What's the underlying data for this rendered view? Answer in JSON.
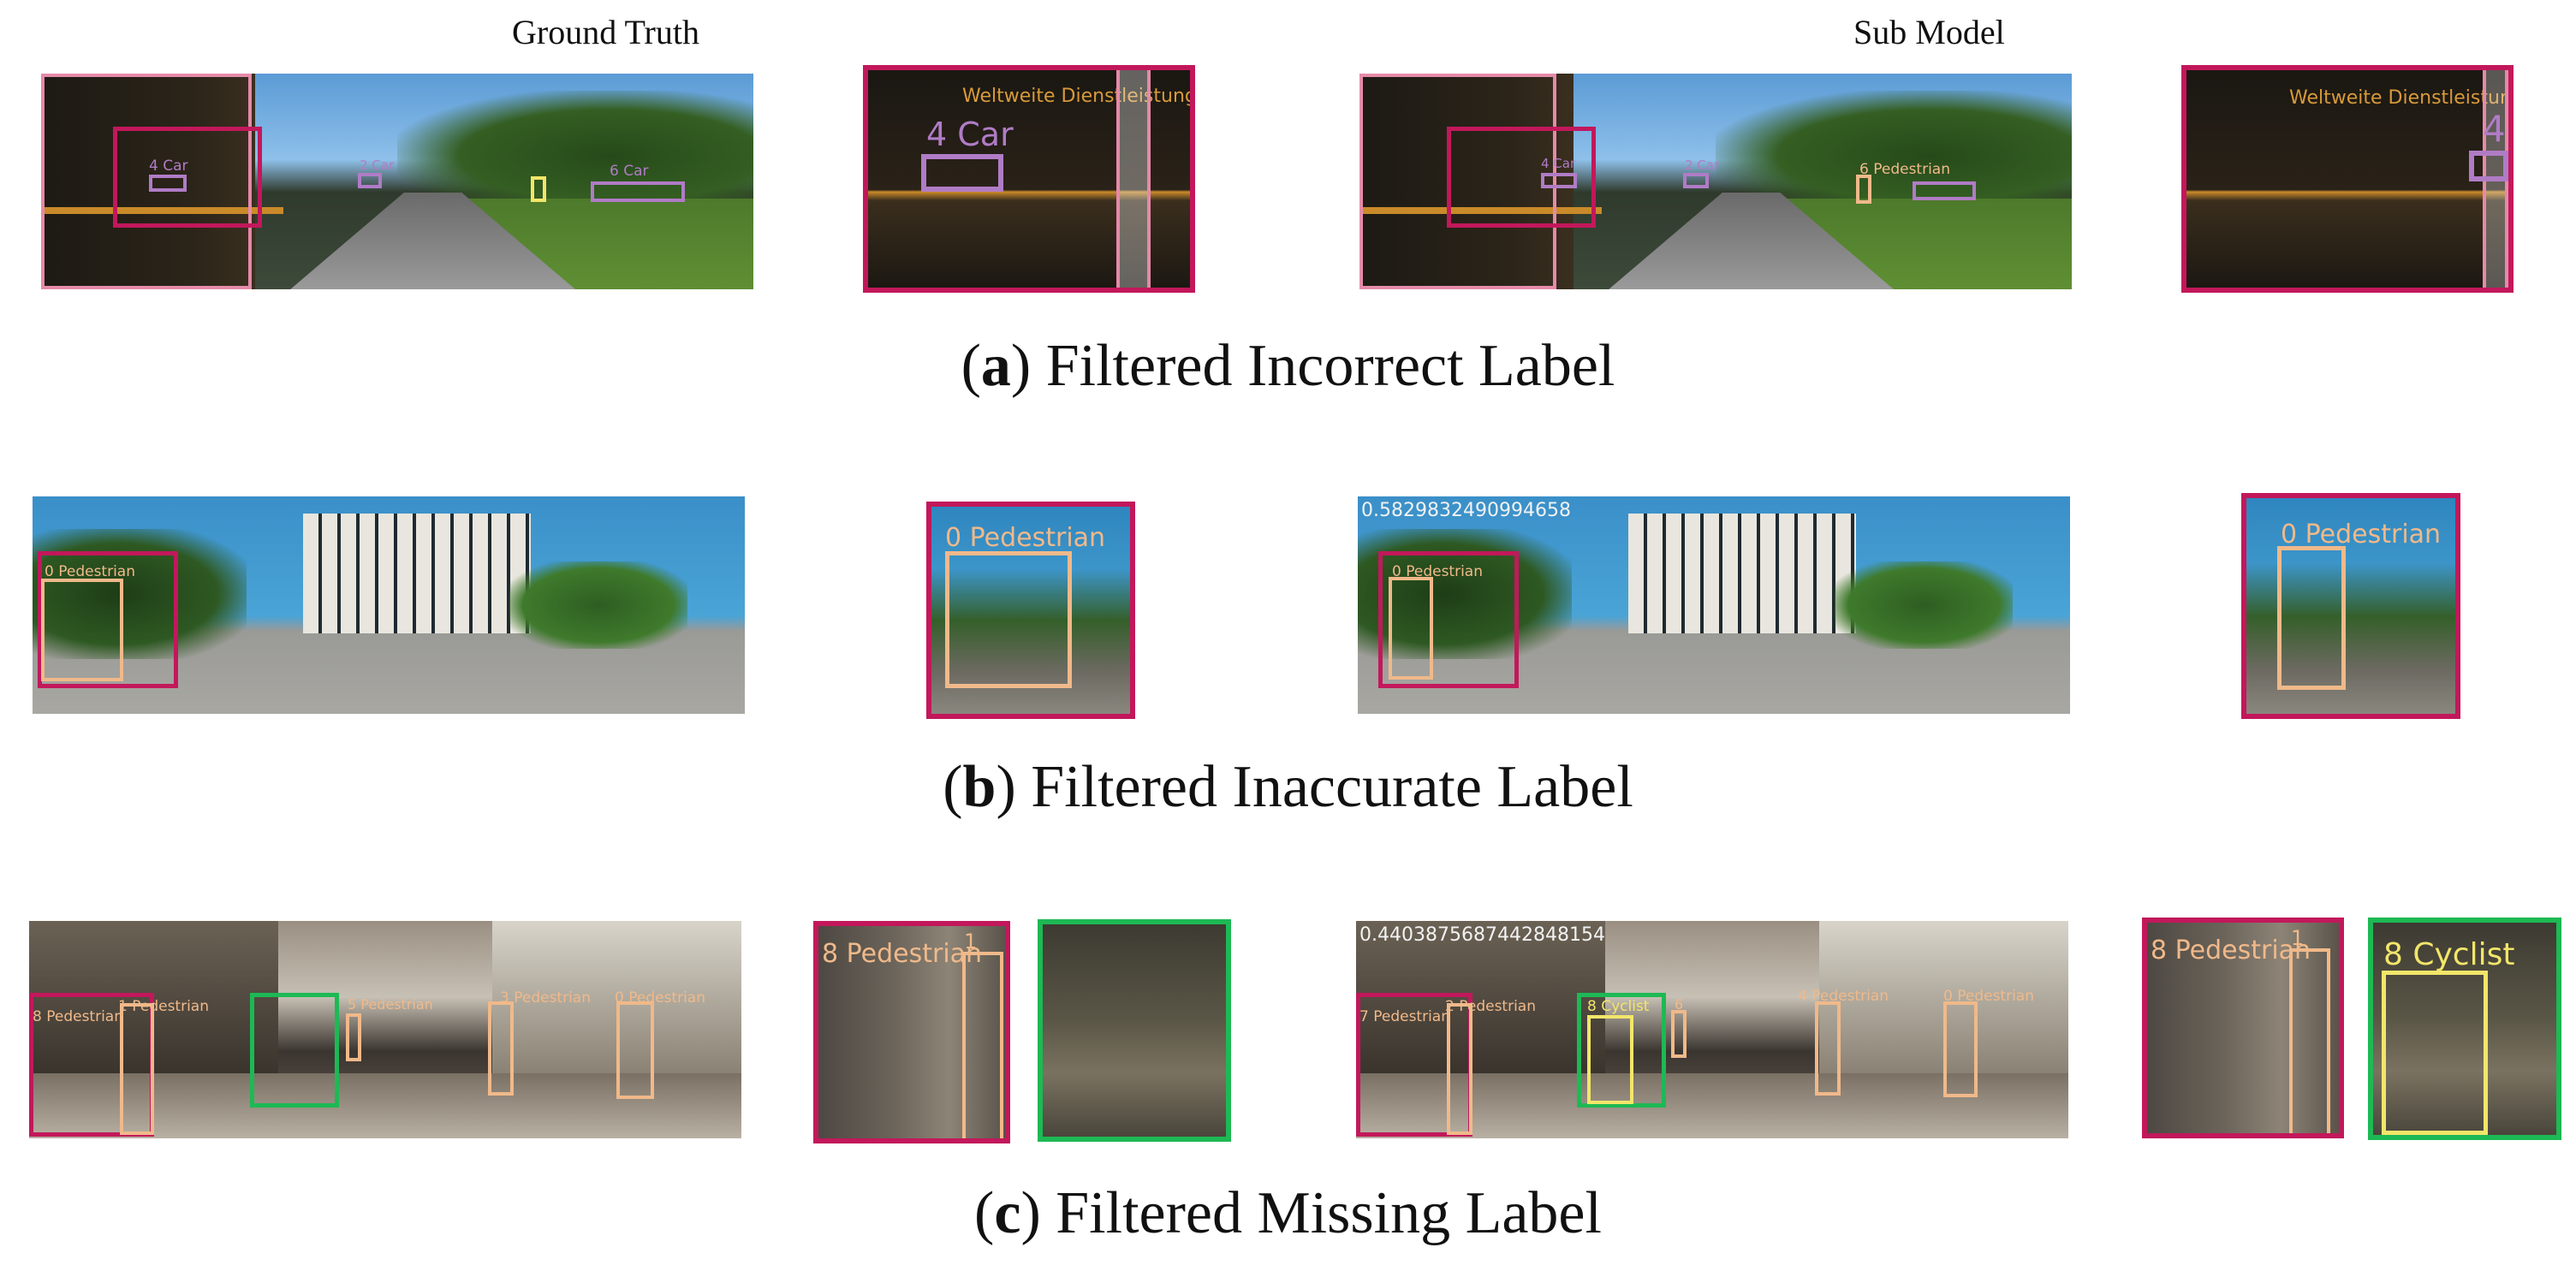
{
  "headers": {
    "ground_truth": "Ground Truth",
    "sub_model": "Sub Model"
  },
  "captions": {
    "a": {
      "letter": "a",
      "text": "Filtered Incorrect Label"
    },
    "b": {
      "letter": "b",
      "text": "Filtered Inaccurate Label"
    },
    "c": {
      "letter": "c",
      "text": "Filtered Missing Label"
    }
  },
  "row_a": {
    "gt_labels": [
      "4 Car",
      "2 Car",
      "6 Car"
    ],
    "gt_zoom_label": "4 Car",
    "sub_labels": [
      "4 Car",
      "2 Car",
      "6 Pedestrian"
    ],
    "sub_zoom_label": "4"
  },
  "row_b": {
    "gt_label": "0 Pedestrian",
    "gt_zoom_label": "0 Pedestrian",
    "sub_score": "0.5829832490994658",
    "sub_label": "0 Pedestrian",
    "sub_zoom_label": "0 Pedestrian"
  },
  "row_c": {
    "gt_labels": [
      "8 Pedestrian",
      "1 Pedestrian",
      "5 Pedestrian",
      "3 Pedestrian",
      "0 Pedestrian"
    ],
    "gt_zoom_label": "8 Pedestrian",
    "gt_zoom_label_small": "1",
    "sub_score": "0.4403875687442848154",
    "sub_labels": [
      "7 Pedestrian",
      "2 Pedestrian",
      "8 Cyclist",
      "6",
      "4 Pedestrian",
      "0 Pedestrian"
    ],
    "sub_zoom_label": "8 Pedestrian",
    "sub_zoom_label_small": "1",
    "sub_zoom_cyclist": "8 Cyclist"
  },
  "colors": {
    "highlight_frame": "#c2185b",
    "missing_frame": "#1db954",
    "car_box": "#b07cc6",
    "pedestrian_box": "#f0b98a",
    "cyclist_box": "#f2e66a"
  }
}
